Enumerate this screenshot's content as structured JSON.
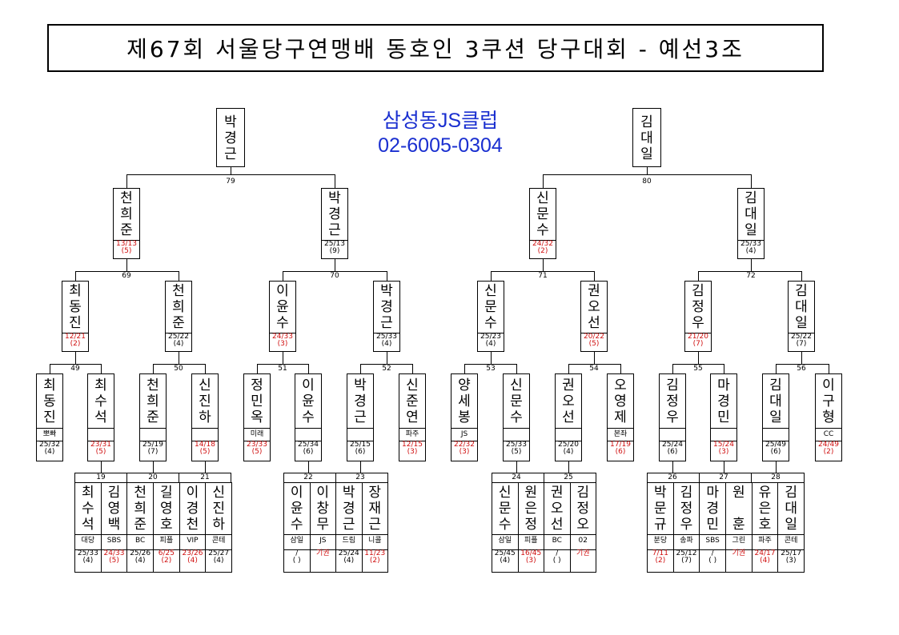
{
  "title": "제67회 서울당구연맹배 동호인 3쿠션 당구대회 - 예선3조",
  "sponsor": {
    "name": "삼성동JS클럽",
    "phone": "02-6005-0304"
  },
  "finalists": [
    "박경근",
    "김대일"
  ],
  "final_matches": [
    "79",
    "80"
  ],
  "round3": [
    {
      "name": "천희준",
      "score": "13/13",
      "inn": "(5)",
      "red": true
    },
    {
      "name": "박경근",
      "score": "25/13",
      "inn": "(9)",
      "red": false
    },
    {
      "name": "신문수",
      "score": "24/32",
      "inn": "(2)",
      "red": true
    },
    {
      "name": "김대일",
      "score": "25/33",
      "inn": "(4)",
      "red": false
    }
  ],
  "round2_matches": [
    "69",
    "70",
    "71",
    "72"
  ],
  "round2": [
    {
      "name": "최동진",
      "score": "12/21",
      "inn": "(2)",
      "red": true
    },
    {
      "name": "천희준",
      "score": "25/22",
      "inn": "(4)",
      "red": false
    },
    {
      "name": "이윤수",
      "score": "24/33",
      "inn": "(3)",
      "red": true
    },
    {
      "name": "박경근",
      "score": "25/33",
      "inn": "(4)",
      "red": false
    },
    {
      "name": "신문수",
      "score": "25/23",
      "inn": "(4)",
      "red": false
    },
    {
      "name": "권오선",
      "score": "20/22",
      "inn": "(5)",
      "red": true
    },
    {
      "name": "김정우",
      "score": "21/20",
      "inn": "(7)",
      "red": true
    },
    {
      "name": "김대일",
      "score": "25/22",
      "inn": "(7)",
      "red": false
    }
  ],
  "round1_matches": [
    "49",
    "50",
    "51",
    "52",
    "53",
    "54",
    "55",
    "56"
  ],
  "round1": [
    {
      "name": "최동진",
      "club": "뽀빠",
      "score": "25/32",
      "inn": "(4)",
      "red": false
    },
    {
      "name": "최수석",
      "club": "",
      "score": "23/31",
      "inn": "(5)",
      "red": true
    },
    {
      "name": "천희준",
      "club": "",
      "score": "25/19",
      "inn": "(7)",
      "red": false
    },
    {
      "name": "신진하",
      "club": "",
      "score": "14/18",
      "inn": "(5)",
      "red": true
    },
    {
      "name": "정민옥",
      "club": "미래",
      "score": "23/33",
      "inn": "(5)",
      "red": true
    },
    {
      "name": "이윤수",
      "club": "",
      "score": "25/34",
      "inn": "(6)",
      "red": false
    },
    {
      "name": "박경근",
      "club": "",
      "score": "25/15",
      "inn": "(6)",
      "red": false
    },
    {
      "name": "신준연",
      "club": "파주",
      "score": "12/15",
      "inn": "(3)",
      "red": true
    },
    {
      "name": "양세봉",
      "club": "JS",
      "score": "22/32",
      "inn": "(3)",
      "red": true
    },
    {
      "name": "신문수",
      "club": "",
      "score": "25/33",
      "inn": "(5)",
      "red": false
    },
    {
      "name": "권오선",
      "club": "",
      "score": "25/20",
      "inn": "(4)",
      "red": false
    },
    {
      "name": "오영제",
      "club": "본좌",
      "score": "17/19",
      "inn": "(6)",
      "red": true
    },
    {
      "name": "김정우",
      "club": "",
      "score": "25/24",
      "inn": "(6)",
      "red": false
    },
    {
      "name": "마경민",
      "club": "",
      "score": "15/24",
      "inn": "(3)",
      "red": true
    },
    {
      "name": "김대일",
      "club": "",
      "score": "25/49",
      "inn": "(6)",
      "red": false
    },
    {
      "name": "이구형",
      "club": "CC",
      "score": "24/49",
      "inn": "(2)",
      "red": true
    }
  ],
  "round0_matches": [
    "19",
    "20",
    "21",
    "22",
    "23",
    "24",
    "25",
    "26",
    "27",
    "28"
  ],
  "round0": [
    {
      "name": "최수석",
      "club": "대당",
      "score": "25/33",
      "inn": "(4)",
      "red": false
    },
    {
      "name": "김영백",
      "club": "SBS",
      "score": "24/33",
      "inn": "(5)",
      "red": true
    },
    {
      "name": "천희준",
      "club": "BC",
      "score": "25/26",
      "inn": "(4)",
      "red": false
    },
    {
      "name": "길영호",
      "club": "피플",
      "score": "6/25",
      "inn": "(2)",
      "red": true
    },
    {
      "name": "이경천",
      "club": "VIP",
      "score": "23/26",
      "inn": "(4)",
      "red": true
    },
    {
      "name": "신진하",
      "club": "콘테",
      "score": "25/27",
      "inn": "(4)",
      "red": false
    },
    {
      "name": "이윤수",
      "club": "삼일",
      "score": "/",
      "inn": "( )",
      "red": false
    },
    {
      "name": "이창무",
      "club": "JS",
      "score": "기권",
      "inn": "",
      "red": true
    },
    {
      "name": "박경근",
      "club": "드림",
      "score": "25/24",
      "inn": "(4)",
      "red": false
    },
    {
      "name": "장재근",
      "club": "니콜",
      "score": "11/23",
      "inn": "(2)",
      "red": true
    },
    {
      "name": "신문수",
      "club": "삼일",
      "score": "25/45",
      "inn": "(4)",
      "red": false
    },
    {
      "name": "원은정",
      "club": "피플",
      "score": "16/45",
      "inn": "(3)",
      "red": true
    },
    {
      "name": "권오선",
      "club": "BC",
      "score": "/",
      "inn": "( )",
      "red": false
    },
    {
      "name": "김정오",
      "club": "02",
      "score": "기권",
      "inn": "",
      "red": true
    },
    {
      "name": "박문규",
      "club": "분당",
      "score": "7/11",
      "inn": "(2)",
      "red": true
    },
    {
      "name": "김정우",
      "club": "송파",
      "score": "25/12",
      "inn": "(7)",
      "red": false
    },
    {
      "name": "마경민",
      "club": "SBS",
      "score": "/",
      "inn": "( )",
      "red": false
    },
    {
      "name": "원  훈",
      "club": "그린",
      "score": "기권",
      "inn": "",
      "red": true
    },
    {
      "name": "유은호",
      "club": "파주",
      "score": "24/17",
      "inn": "(4)",
      "red": true
    },
    {
      "name": "김대일",
      "club": "콘테",
      "score": "25/17",
      "inn": "(3)",
      "red": false
    }
  ]
}
